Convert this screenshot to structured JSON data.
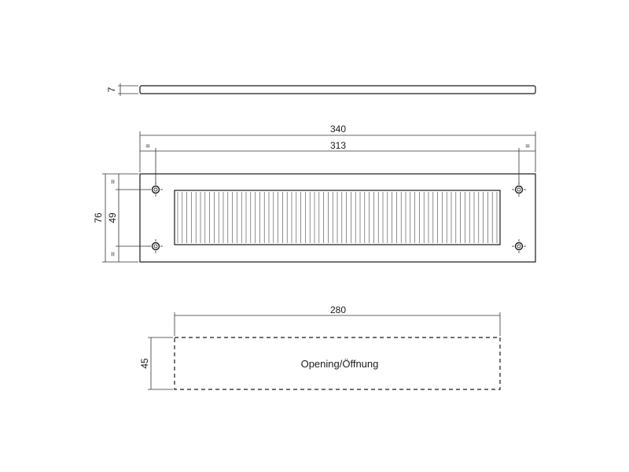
{
  "colors": {
    "line": "#1a1a1a",
    "background": "#ffffff"
  },
  "side_view": {
    "thickness": "7"
  },
  "front_view": {
    "overall_width": "340",
    "screw_spacing_horizontal": "313",
    "overall_height": "76",
    "screw_spacing_vertical": "49",
    "equal_mark": "="
  },
  "opening": {
    "width": "280",
    "height": "45",
    "label": "Opening/Öffnung"
  }
}
